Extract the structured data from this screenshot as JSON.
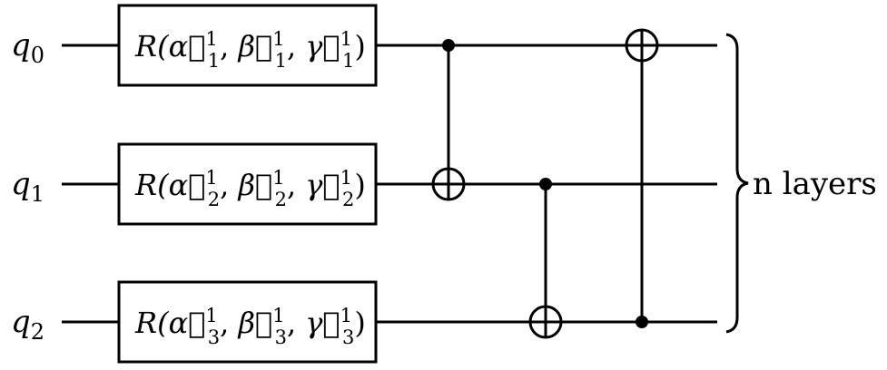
{
  "qubits": [
    {
      "name": "q",
      "index": "0"
    },
    {
      "name": "q",
      "index": "1"
    },
    {
      "name": "q",
      "index": "2"
    }
  ],
  "gates": [
    {
      "op": "R",
      "params": [
        {
          "sym": "α",
          "sub": "1",
          "sup": "1"
        },
        {
          "sym": "β",
          "sub": "1",
          "sup": "1"
        },
        {
          "sym": "γ",
          "sub": "1",
          "sup": "1"
        }
      ]
    },
    {
      "op": "R",
      "params": [
        {
          "sym": "α",
          "sub": "2",
          "sup": "1"
        },
        {
          "sym": "β",
          "sub": "2",
          "sup": "1"
        },
        {
          "sym": "γ",
          "sub": "2",
          "sup": "1"
        }
      ]
    },
    {
      "op": "R",
      "params": [
        {
          "sym": "α",
          "sub": "3",
          "sup": "1"
        },
        {
          "sym": "β",
          "sub": "3",
          "sup": "1"
        },
        {
          "sym": "γ",
          "sub": "3",
          "sup": "1"
        }
      ]
    }
  ],
  "cnots": [
    {
      "control": 0,
      "target": 1
    },
    {
      "control": 1,
      "target": 2
    },
    {
      "control": 2,
      "target": 0
    }
  ],
  "brace_label": "n layers"
}
